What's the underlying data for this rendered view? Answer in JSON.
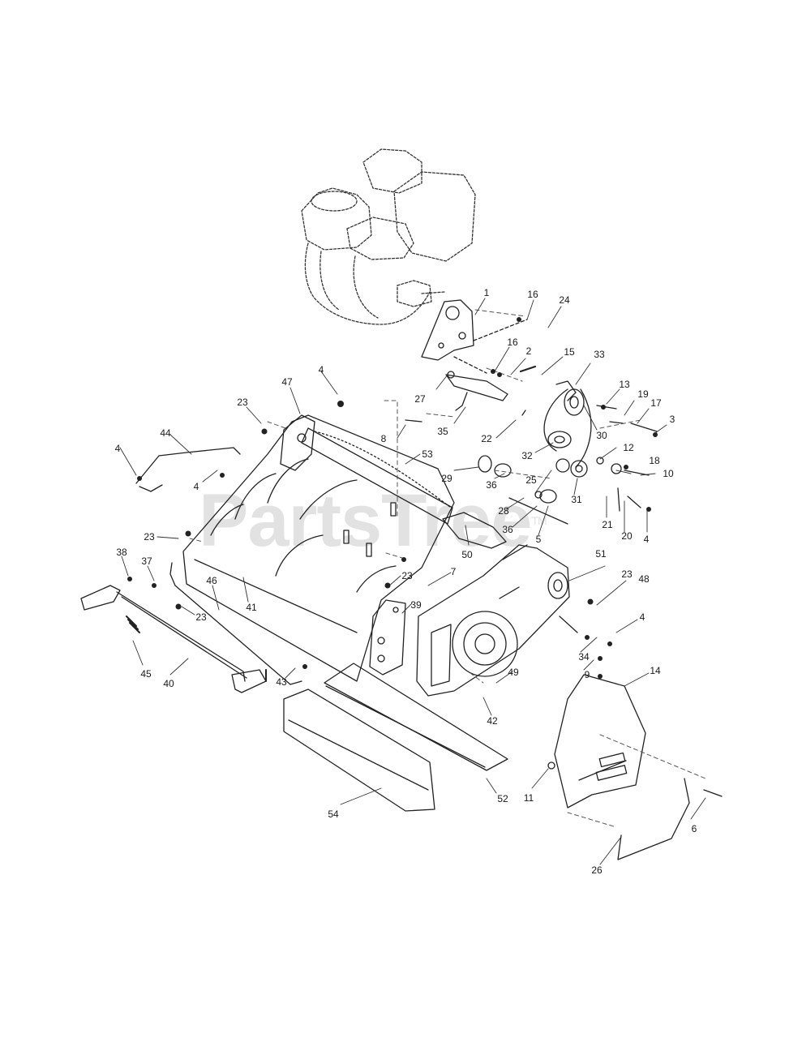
{
  "watermark": {
    "text": "PartsTree",
    "mark": "TM"
  },
  "callouts": [
    {
      "id": "c1",
      "text": "1"
    },
    {
      "id": "c16a",
      "text": "16"
    },
    {
      "id": "c24",
      "text": "24"
    },
    {
      "id": "c16b",
      "text": "16"
    },
    {
      "id": "c2",
      "text": "2"
    },
    {
      "id": "c15",
      "text": "15"
    },
    {
      "id": "c33",
      "text": "33"
    },
    {
      "id": "c13",
      "text": "13"
    },
    {
      "id": "c19",
      "text": "19"
    },
    {
      "id": "c17",
      "text": "17"
    },
    {
      "id": "c3",
      "text": "3"
    },
    {
      "id": "c27",
      "text": "27"
    },
    {
      "id": "c35",
      "text": "35"
    },
    {
      "id": "c8",
      "text": "8"
    },
    {
      "id": "c22",
      "text": "22"
    },
    {
      "id": "c30",
      "text": "30"
    },
    {
      "id": "c32",
      "text": "32"
    },
    {
      "id": "c12",
      "text": "12"
    },
    {
      "id": "c18",
      "text": "18"
    },
    {
      "id": "c10",
      "text": "10"
    },
    {
      "id": "c29",
      "text": "29"
    },
    {
      "id": "c25",
      "text": "25"
    },
    {
      "id": "c36a",
      "text": "36"
    },
    {
      "id": "c31",
      "text": "31"
    },
    {
      "id": "c28",
      "text": "28"
    },
    {
      "id": "c21",
      "text": "21"
    },
    {
      "id": "c20",
      "text": "20"
    },
    {
      "id": "c4e",
      "text": "4"
    },
    {
      "id": "c36b",
      "text": "36"
    },
    {
      "id": "c5",
      "text": "5"
    },
    {
      "id": "c4a",
      "text": "4"
    },
    {
      "id": "c47",
      "text": "47"
    },
    {
      "id": "c23a",
      "text": "23"
    },
    {
      "id": "c44",
      "text": "44"
    },
    {
      "id": "c53",
      "text": "53"
    },
    {
      "id": "c4b",
      "text": "4"
    },
    {
      "id": "c4c",
      "text": "4"
    },
    {
      "id": "c23b",
      "text": "23"
    },
    {
      "id": "c50",
      "text": "50"
    },
    {
      "id": "c51",
      "text": "51"
    },
    {
      "id": "c38",
      "text": "38"
    },
    {
      "id": "c37",
      "text": "37"
    },
    {
      "id": "c46",
      "text": "46"
    },
    {
      "id": "c41",
      "text": "41"
    },
    {
      "id": "c7",
      "text": "7"
    },
    {
      "id": "c23c",
      "text": "23"
    },
    {
      "id": "c23d",
      "text": "23"
    },
    {
      "id": "c48",
      "text": "48"
    },
    {
      "id": "c39",
      "text": "39"
    },
    {
      "id": "c23e",
      "text": "23"
    },
    {
      "id": "c4d",
      "text": "4"
    },
    {
      "id": "c45",
      "text": "45"
    },
    {
      "id": "c40",
      "text": "40"
    },
    {
      "id": "c34",
      "text": "34"
    },
    {
      "id": "c9",
      "text": "9"
    },
    {
      "id": "c14",
      "text": "14"
    },
    {
      "id": "c49",
      "text": "49"
    },
    {
      "id": "c43",
      "text": "43"
    },
    {
      "id": "c42",
      "text": "42"
    },
    {
      "id": "c11",
      "text": "11"
    },
    {
      "id": "c6",
      "text": "6"
    },
    {
      "id": "c52",
      "text": "52"
    },
    {
      "id": "c54",
      "text": "54"
    },
    {
      "id": "c26",
      "text": "26"
    }
  ]
}
